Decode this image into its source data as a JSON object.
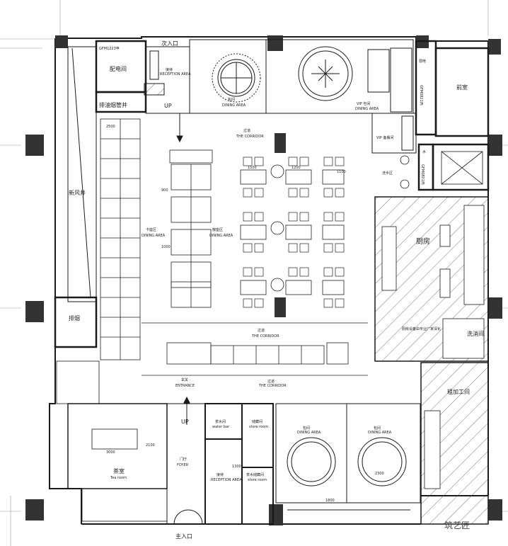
{
  "rooms": {
    "gfm": "GFM1223甲",
    "distribution": "配电间",
    "exhaust_shaft": "排油烟管井",
    "fresh_air": "新风井",
    "exhaust": "排烟",
    "secondary_entrance": "次入口",
    "reception_cn": "接待",
    "reception_en": "RECEPTION AREA",
    "private_room_cn": "包间",
    "private_room_en": "DINING AREA",
    "vip_cn": "VIP 包间",
    "vip_en": "DINING AREA",
    "vip_prep": "VIP 备餐间",
    "elevator": "弱电",
    "front_room": "前室",
    "gfm_right1": "GFM0821丙",
    "gfm_right2": "GFM0821丙",
    "water": "水",
    "corridor_cn": "过道",
    "corridor_en": "THE CORRIDOR",
    "booth_cn": "卡座区",
    "booth_en": "DINING AREA",
    "hall_cn": "散座区",
    "hall_en": "DINING AREA",
    "wash_area": "洗手区",
    "kitchen": "厨房",
    "kitchen_note": "厨房设备由专业厂家深化",
    "wash_room": "洗消间",
    "rough_room": "粗加工间",
    "foyer_cn": "玄关",
    "foyer_en": "ENTRANCE",
    "corridor2_cn": "过道",
    "corridor2_en": "THE CORRIDOR",
    "tea_cn": "茶室",
    "tea_en": "Tea room",
    "gate_cn": "门厅",
    "gate_en": "FOYER",
    "main_entrance": "主入口",
    "water_bar_cn": "茶水间",
    "water_bar_en": "water bar",
    "store_cn": "储藏间",
    "store_en": "store room",
    "tea_store_cn": "茶水储藏间",
    "tea_store_en": "store room",
    "reception2_cn": "接待",
    "reception2_en": "RECEPTION AREA",
    "dining_bl_cn": "包间",
    "dining_bl_en": "DINING AREA",
    "dining_br_cn": "包间",
    "dining_br_en": "DINING AREA",
    "up1": "UP",
    "up2": "UP",
    "watermark": "筑艺匠"
  },
  "dims": {
    "d1500": "1500",
    "d900": "900",
    "d1200": "1200",
    "d1000": "1000",
    "d2300": "2300",
    "d3000": "3000",
    "d1800": "1800",
    "d2100": "2100",
    "d1300": "1300",
    "d1100": "1100",
    "d2500": "2500"
  },
  "colors": {
    "line": "#1a1a1a",
    "column": "#333333",
    "hatch": "#555555"
  }
}
